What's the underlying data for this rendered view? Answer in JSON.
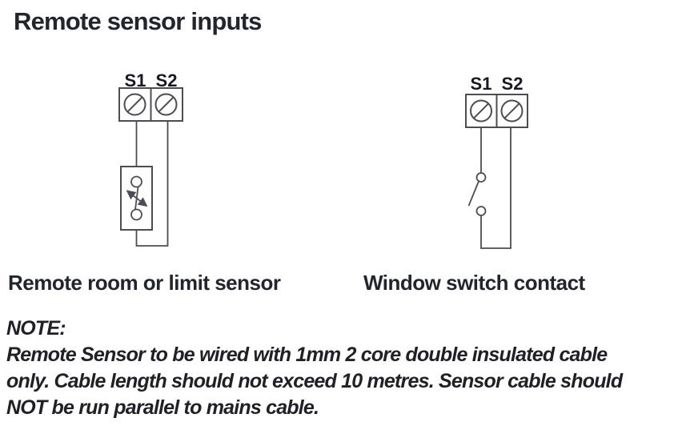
{
  "page": {
    "title": "Remote sensor inputs"
  },
  "colors": {
    "background": "#ffffff",
    "heading_text": "#23252d",
    "note_text": "#202126",
    "terminal_label_text": "#171a23",
    "diagram_line": "#4c4c54"
  },
  "diagrams": [
    {
      "caption": "Remote room or limit sensor",
      "terminals": [
        "S1",
        "S2"
      ],
      "symbol": "variable-sensor"
    },
    {
      "caption": "Window switch contact",
      "terminals": [
        "S1",
        "S2"
      ],
      "symbol": "open-switch-contact"
    }
  ],
  "note": {
    "heading": "NOTE:",
    "lines": [
      "Remote Sensor to be wired with 1mm 2 core double insulated cable",
      "only. Cable length should not exceed 10 metres. Sensor cable should",
      "NOT be run parallel to mains cable."
    ]
  }
}
